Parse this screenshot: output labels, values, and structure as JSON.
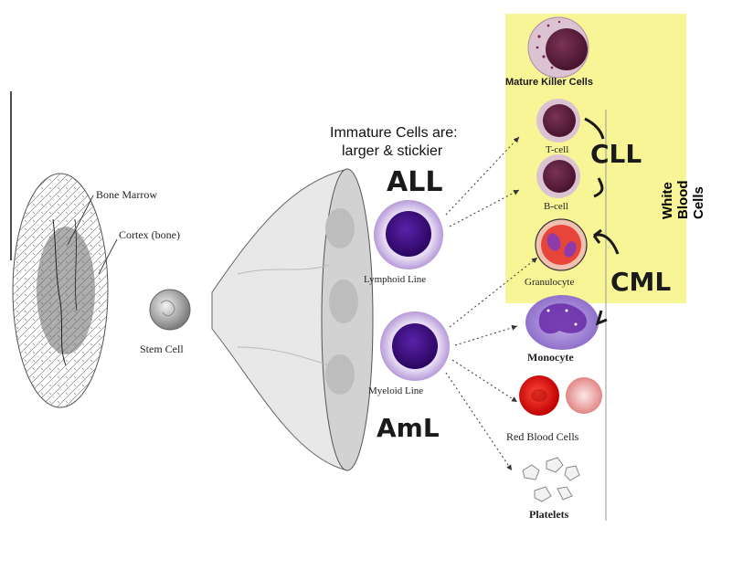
{
  "annotation": {
    "immature_line1": "Immature Cells are:",
    "immature_line2": "larger & stickier",
    "all": "ALL",
    "aml": "AmL",
    "cll": "CLL",
    "cml": "CML"
  },
  "labels": {
    "bone_marrow": "Bone Marrow",
    "cortex": "Cortex (bone)",
    "stem_cell": "Stem Cell",
    "lymphoid_line": "Lymphoid Line",
    "myeloid_line": "Myeloid Line",
    "mature_killer": "Mature Killer Cells",
    "t_cell": "T-cell",
    "b_cell": "B-cell",
    "granulocyte": "Granulocyte",
    "monocyte": "Monocyte",
    "red_blood_cells": "Red Blood Cells",
    "platelets": "Platelets",
    "white_blood_cells": "White Blood Cells"
  },
  "colors": {
    "highlight": "#f6f278",
    "lymphoid_nucleus": "#3a0a7a",
    "cell_rim": "#c9b3e6",
    "mature_nucleus": "#5a1e3c",
    "mature_rim": "#cfa8c6",
    "red_cell": "#e81818",
    "granulocyte": "#e8453a"
  }
}
